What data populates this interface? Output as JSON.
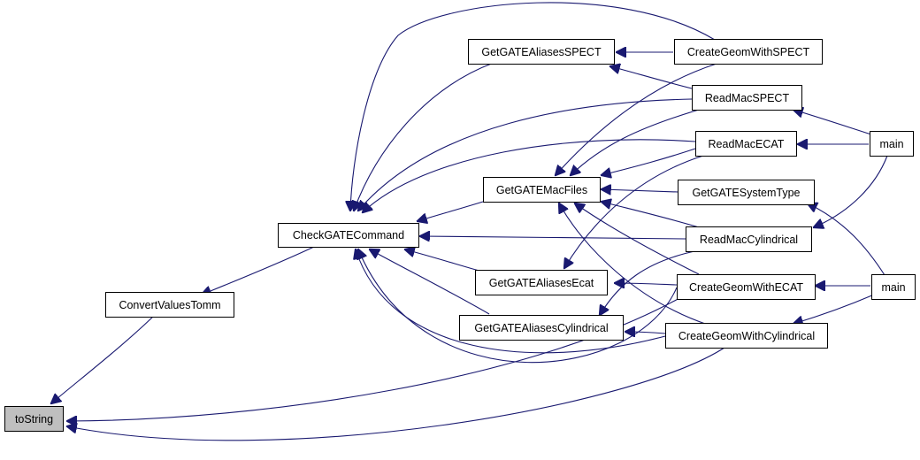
{
  "graph": {
    "nodes": {
      "toString": "toString",
      "convertValuesTomm": "ConvertValuesTomm",
      "checkGATECommand": "CheckGATECommand",
      "getGATEAliasesSPECT": "GetGATEAliasesSPECT",
      "getGATEMacFiles": "GetGATEMacFiles",
      "getGATEAliasesEcat": "GetGATEAliasesEcat",
      "getGATEAliasesCylindrical": "GetGATEAliasesCylindrical",
      "createGeomWithSPECT": "CreateGeomWithSPECT",
      "readMacSPECT": "ReadMacSPECT",
      "readMacECAT": "ReadMacECAT",
      "getGATESystemType": "GetGATESystemType",
      "readMacCylindrical": "ReadMacCylindrical",
      "createGeomWithECAT": "CreateGeomWithECAT",
      "createGeomWithCylindrical": "CreateGeomWithCylindrical",
      "main1": "main",
      "main2": "main"
    },
    "colors": {
      "edge": "#191970",
      "root_fill": "#bfbfbf",
      "node_fill": "#ffffff",
      "node_border": "#000000"
    }
  }
}
